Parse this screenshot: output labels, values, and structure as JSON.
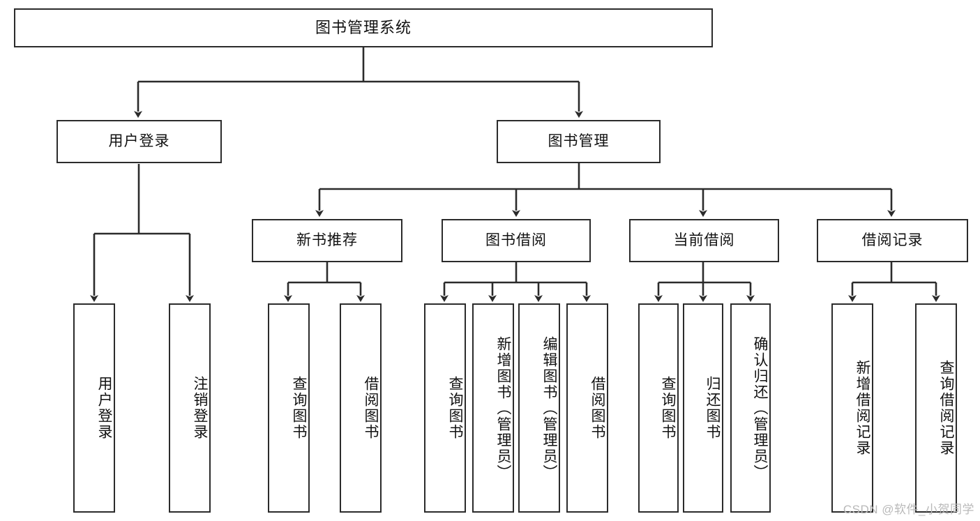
{
  "diagram": {
    "title": "图书管理系统",
    "type": "功能结构图",
    "root": {
      "label": "图书管理系统"
    },
    "level1": [
      {
        "label": "用户登录"
      },
      {
        "label": "图书管理"
      }
    ],
    "level2": [
      {
        "label": "新书推荐"
      },
      {
        "label": "图书借阅"
      },
      {
        "label": "当前借阅"
      },
      {
        "label": "借阅记录"
      }
    ],
    "leaves": {
      "user_login": [
        "用户登录",
        "注销登录"
      ],
      "new_book_recommend": [
        "查询图书",
        "借阅图书"
      ],
      "book_borrow": [
        "查询图书",
        "新增图书（管理员）",
        "编辑图书（管理员）",
        "借阅图书"
      ],
      "current_borrow": [
        "查询图书",
        "归还图书",
        "确认归还（管理员）"
      ],
      "borrow_record": [
        "新增借阅记录",
        "查询借阅记录"
      ]
    },
    "colors": {
      "stroke": "#2b2b2b",
      "fill": "#ffffff",
      "text": "#111111",
      "watermark": "#b9b9b9"
    }
  },
  "watermark": {
    "text": "CSDN @软件_小贺同学"
  }
}
